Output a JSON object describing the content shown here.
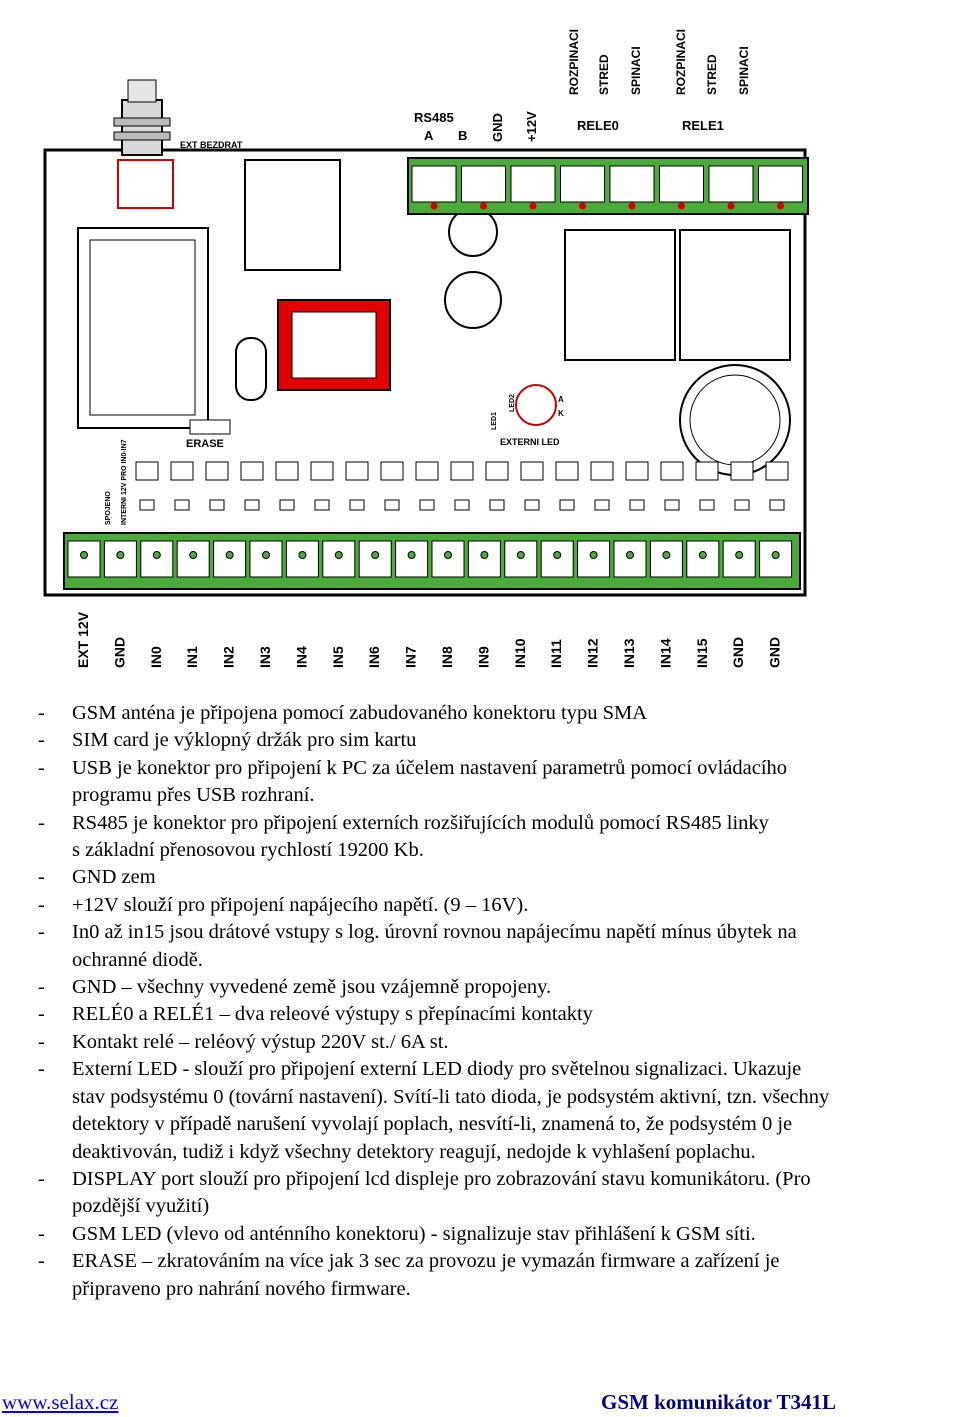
{
  "figure": {
    "top_labels": {
      "rs485": "RS485",
      "a": "A",
      "b": "B",
      "gnd": "GND",
      "plus12v": "+12V",
      "rele0": "RELE0",
      "rele1": "RELE1",
      "rozpinaci": "ROZPINACI",
      "stred": "STRED",
      "spinaci": "SPINACI"
    },
    "board_labels": {
      "ext_bezdrat": "EXT BEZDRAT",
      "erase": "ERASE",
      "external_led": "EXTERNI LED",
      "led1": "LED1",
      "led2": "LED2",
      "a": "A",
      "k": "K",
      "spojeno": "SPOJENO",
      "interni": "INTERNI 12V PRO IN0-IN7"
    },
    "bottom_pins": [
      "EXT 12V",
      "GND",
      "IN0",
      "IN1",
      "IN2",
      "IN3",
      "IN4",
      "IN5",
      "IN6",
      "IN7",
      "IN8",
      "IN9",
      "IN10",
      "IN11",
      "IN12",
      "IN13",
      "IN14",
      "IN15",
      "GND",
      "GND"
    ]
  },
  "notes": [
    {
      "dash": "-",
      "lines": [
        "GSM anténa je připojena pomocí zabudovaného konektoru typu SMA"
      ]
    },
    {
      "dash": "-",
      "lines": [
        "SIM card je výklopný držák pro sim kartu"
      ]
    },
    {
      "dash": "-",
      "lines": [
        "USB je konektor pro připojení k PC za účelem nastavení parametrů pomocí ovládacího",
        "programu přes USB rozhraní."
      ]
    },
    {
      "dash": "-",
      "lines": [
        "RS485 je konektor pro připojení externích rozšiřujících modulů pomocí RS485 linky",
        "s základní přenosovou rychlostí 19200 Kb."
      ]
    },
    {
      "dash": "-",
      "lines": [
        "GND zem"
      ]
    },
    {
      "dash": "-",
      "lines": [
        "+12V slouží pro připojení napájecího napětí. (9 – 16V)."
      ]
    },
    {
      "dash": "-",
      "lines": [
        "In0 až in15 jsou drátové vstupy s log. úrovní rovnou napájecímu napětí mínus úbytek na",
        "ochranné diodě."
      ]
    },
    {
      "dash": "-",
      "lines": [
        "GND – všechny vyvedené země jsou vzájemně propojeny."
      ]
    },
    {
      "dash": "-",
      "lines": [
        "RELÉ0 a RELÉ1 – dva releové výstupy s přepínacími kontakty"
      ]
    },
    {
      "dash": "-",
      "lines": [
        "Kontakt relé – reléový výstup 220V st./ 6A st."
      ]
    },
    {
      "dash": "-",
      "lines": [
        "Externí LED - slouží pro připojení externí LED diody pro světelnou signalizaci. Ukazuje",
        "stav podsystému 0 (tovární nastavení). Svítí-li tato dioda, je podsystém aktivní, tzn. všechny",
        "detektory v případě narušení vyvolají poplach, nesvítí-li, znamená to, že podsystém 0 je",
        "deaktivován, tudiž i když všechny detektory reagují, nedojde k vyhlašení poplachu."
      ]
    },
    {
      "dash": "-",
      "lines": [
        "DISPLAY port slouží pro připojení lcd displeje pro zobrazování stavu komunikátoru. (Pro",
        "pozdější využití)"
      ]
    },
    {
      "dash": "-",
      "lines": [
        "GSM LED (vlevo od anténního konektoru) - signalizuje stav přihlášení k GSM síti."
      ]
    },
    {
      "dash": "-",
      "lines": [
        "ERASE – zkratováním na více jak 3 sec za provozu je vymazán firmware a zařízení je",
        "připraveno pro nahrání nového firmware."
      ]
    }
  ],
  "footer": {
    "link": "www.selax.cz",
    "title": "GSM komunikátor T341L"
  }
}
